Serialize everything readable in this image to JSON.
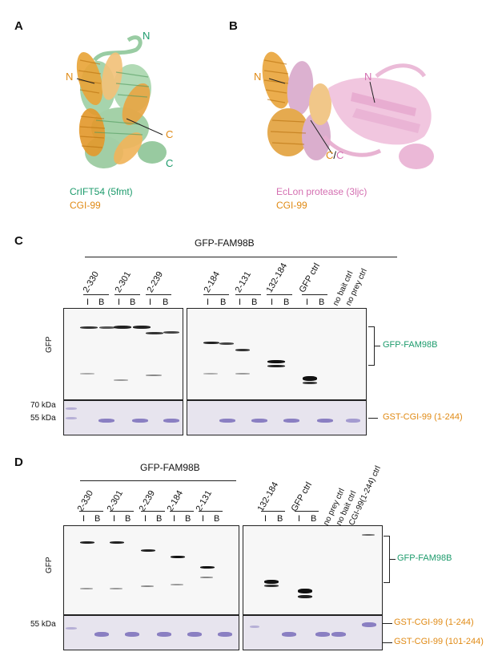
{
  "panel_a": {
    "letter": "A",
    "n_green": "N",
    "n_orange": "N",
    "c_orange": "C",
    "c_green": "C",
    "legend1": "CrIFT54 (5fmt)",
    "legend2": "CGI-99"
  },
  "panel_b": {
    "letter": "B",
    "n_orange": "N",
    "n_pink": "N",
    "c_orange": "C",
    "slash": "/",
    "c_pink": "C",
    "legend1": "EcLon protease (3ljc)",
    "legend2": "CGI-99"
  },
  "panel_c": {
    "letter": "C",
    "header": "GFP-FAM98B",
    "constructs": [
      "2-330",
      "2-301",
      "2-239",
      "2-184",
      "2-131",
      "132-184",
      "GFP ctrl"
    ],
    "lanes": [
      "I",
      "B"
    ],
    "controls": [
      "no bait ctrl",
      "no prey ctrl"
    ],
    "gfp_label": "GFP",
    "mw_70": "70 kDa",
    "mw_55": "55 kDa",
    "right_label_gfp": "GFP-FAM98B",
    "right_label_gst": "GST-CGI-99 (1-244)"
  },
  "panel_d": {
    "letter": "D",
    "header": "GFP-FAM98B",
    "constructs": [
      "2-330",
      "2-301",
      "2-239",
      "2-184",
      "2-131",
      "132-184",
      "GFP ctrl"
    ],
    "lanes": [
      "I",
      "B"
    ],
    "controls": [
      "no prey ctrl",
      "no bait ctrl",
      "CGI-99(1-244) ctrl"
    ],
    "gfp_label": "GFP",
    "mw_55": "55 kDa",
    "right_label_gfp": "GFP-FAM98B",
    "right_label_gst1": "GST-CGI-99 (1-244)",
    "right_label_gst2": "GST-CGI-99 (101-244)"
  },
  "colors": {
    "green": "#1d9b6c",
    "orange": "#e08a14",
    "pink": "#d46fb1",
    "gel": "#e7e4ee",
    "band_purple": "#8a7fc2"
  }
}
